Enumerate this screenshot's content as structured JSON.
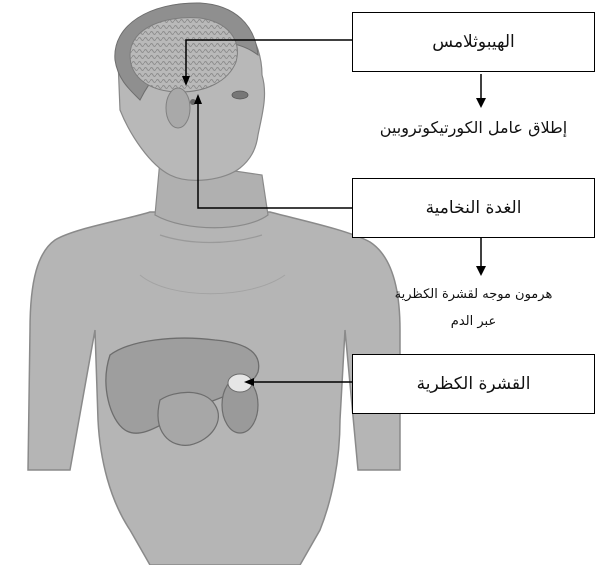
{
  "diagram": {
    "boxes": {
      "hypothalamus": "الهيبوثلامس",
      "pituitary": "الغدة النخامية",
      "adrenal_cortex": "القشرة الكظرية"
    },
    "texts": {
      "crf_release": "إطلاق عامل الكورتيكوتروبين",
      "acth_line1": "هرمون موجه لقشرة الكظرية",
      "acth_line2": "عبر الدم"
    },
    "colors": {
      "body_fill": "#b5b5b5",
      "body_stroke": "#8a8a8a",
      "hair": "#8f8f8f",
      "organ_fill": "#9e9e9e",
      "arrow": "#000000"
    }
  }
}
